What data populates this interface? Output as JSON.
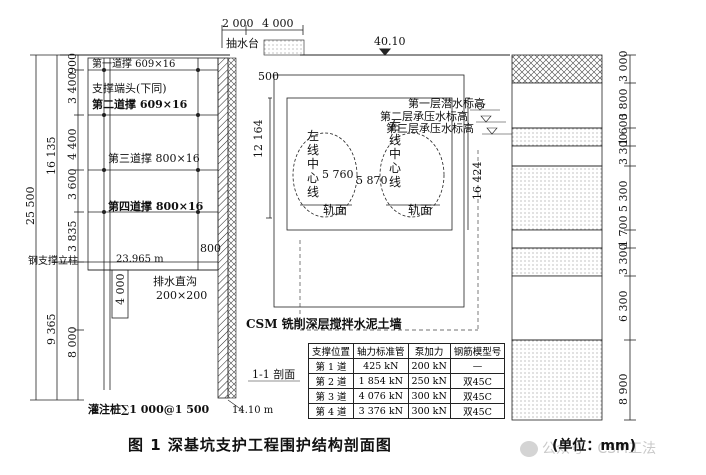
{
  "top_dims": {
    "d1": "2 000",
    "d2": "4 000"
  },
  "labels": {
    "pump_platform": "抽水台",
    "ground_level": "40.10",
    "strut_1": "第一道撑 609×16",
    "strut_end": "支撑端头(下同)",
    "strut_2": "第二道撑 609×16",
    "strut_3": "第三道撑 800×16",
    "strut_4": "第四道撑 800×16",
    "steel_post": "钢支撑立柱",
    "level_23965": "23.965 m",
    "drain_ditch_1": "排水直沟",
    "drain_ditch_2": "200×200",
    "csm_wall": "CSM 铣削深层搅拌水泥土墙",
    "section": "1-1 剖面",
    "pile": "灌注桩∑1 000@1 500",
    "bottom_level": "14.10 m",
    "water_1": "第一层潜水标高",
    "water_2": "第二层承压水标高",
    "water_3": "第三层承压水标高",
    "left_line": [
      "左",
      "线",
      "中",
      "心",
      "线"
    ],
    "right_line": [
      "右",
      "线",
      "中",
      "心",
      "线"
    ],
    "rail_left": "轨面",
    "rail_right": "轨面"
  },
  "dims": {
    "left_total": "25 500",
    "left_upper": "16 135",
    "left_lower": "9 365",
    "d900": "900",
    "d3400": "3 400",
    "d4400": "4 400",
    "d3600": "3 600",
    "d3835": "3 835",
    "d4000": "4 000",
    "d8000": "8 000",
    "d500": "500",
    "d12164": "12 164",
    "d16424": "16 424",
    "d5760": "5 760",
    "d5870": "5 870",
    "d800": "800"
  },
  "strata": [
    "3 000",
    "3 800",
    "1 600",
    "3 300",
    "5 300",
    "1 700",
    "3 300",
    "6 300",
    "8 900"
  ],
  "strut_table": {
    "headers": [
      "支撑位置",
      "轴力标准管",
      "泵加力",
      "钢筋模型号"
    ],
    "rows": [
      [
        "第 1 道",
        "425 kN",
        "200 kN",
        "—"
      ],
      [
        "第 2 道",
        "1 854 kN",
        "250 kN",
        "双45C"
      ],
      [
        "第 3 道",
        "4 076 kN",
        "300 kN",
        "双45C"
      ],
      [
        "第 4 道",
        "3 376 kN",
        "300 kN",
        "双45C"
      ]
    ]
  },
  "caption": {
    "title": "图 1   深基坑支护工程围护结构剖面图",
    "unit": "(单位：mm)",
    "watermark": "公众号 · CSM工法"
  }
}
